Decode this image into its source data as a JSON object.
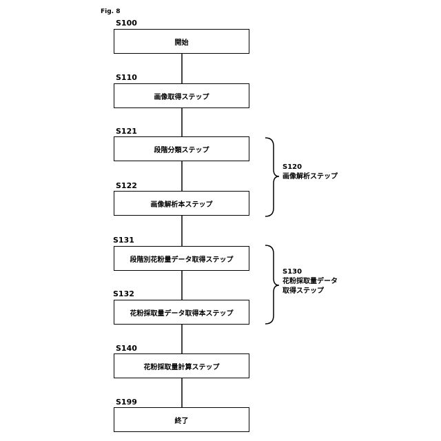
{
  "figure_label": "Fig. 8",
  "steps": [
    {
      "id": "S100",
      "label": "開始"
    },
    {
      "id": "S110",
      "label": "画像取得ステップ"
    },
    {
      "id": "S121",
      "label": "段階分類ステップ"
    },
    {
      "id": "S122",
      "label": "画像解析本ステップ"
    },
    {
      "id": "S131",
      "label": "段階別花粉量データ取得ステップ"
    },
    {
      "id": "S132",
      "label": "花粉採取量データ取得本ステップ"
    },
    {
      "id": "S140",
      "label": "花粉採取量計算ステップ"
    },
    {
      "id": "S199",
      "label": "終了"
    }
  ],
  "groups": [
    {
      "id": "S120",
      "lines": [
        "画像解析ステップ"
      ]
    },
    {
      "id": "S130",
      "lines": [
        "花粉採取量データ",
        "取得ステップ"
      ]
    }
  ]
}
